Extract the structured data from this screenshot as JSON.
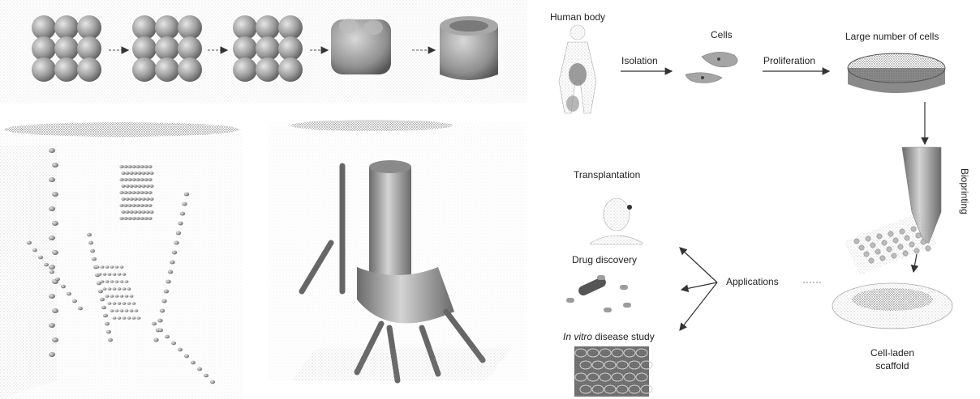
{
  "flow": {
    "human_body": "Human body",
    "isolation": "Isolation",
    "cells": "Cells",
    "proliferation": "Proliferation",
    "large_number": "Large number of cells",
    "bioprinting": "Bioprinting",
    "scaffold_line1": "Cell-laden",
    "scaffold_line2": "scaffold",
    "applications": "Applications",
    "transplantation": "Transplantation",
    "drug_discovery": "Drug discovery",
    "in_vitro_italic": "In vitro",
    "disease_study": " disease study"
  },
  "icons": [
    "spheroid-cluster-icon",
    "fused-tissue-icon",
    "bioprinted-branching-vessel-icon",
    "vascular-construct-icon",
    "human-body-icon",
    "cell-icon",
    "petri-dish-icon",
    "print-nozzle-icon",
    "scaffold-dish-icon",
    "head-silhouette-icon",
    "capsule-icon",
    "tissue-micrograph-icon"
  ],
  "colors": {
    "ink": "#222222",
    "stipple": "#8a8a8a",
    "arrow": "#333333"
  }
}
